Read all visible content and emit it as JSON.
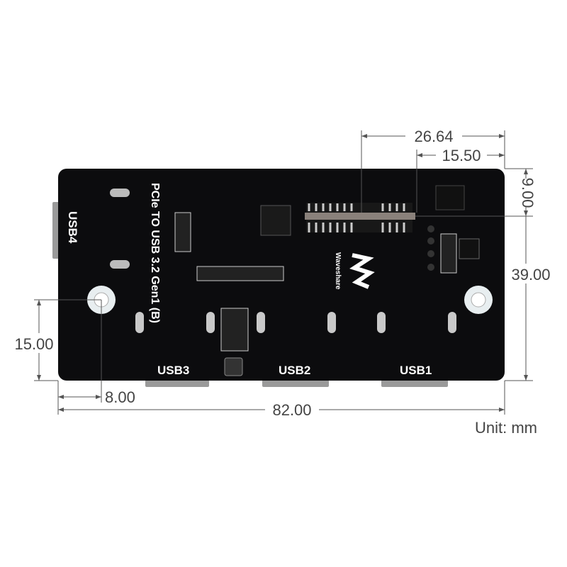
{
  "board": {
    "title": "PCIe TO USB 3.2 Gen1 (B)",
    "brand": "Waveshare",
    "ports": [
      "USB4",
      "USB3",
      "USB2",
      "USB1"
    ],
    "colors": {
      "pcb": "#0c0c0e",
      "silkscreen": "#ffffff",
      "pad": "#c9c9c9"
    }
  },
  "dimensions": {
    "connector_from_right": "26.64",
    "connector_end_from_right": "15.50",
    "connector_from_top": "9.00",
    "height": "39.00",
    "hole_from_bottom": "15.00",
    "hole_from_left": "8.00",
    "width": "82.00"
  },
  "unit_label": "Unit: mm"
}
